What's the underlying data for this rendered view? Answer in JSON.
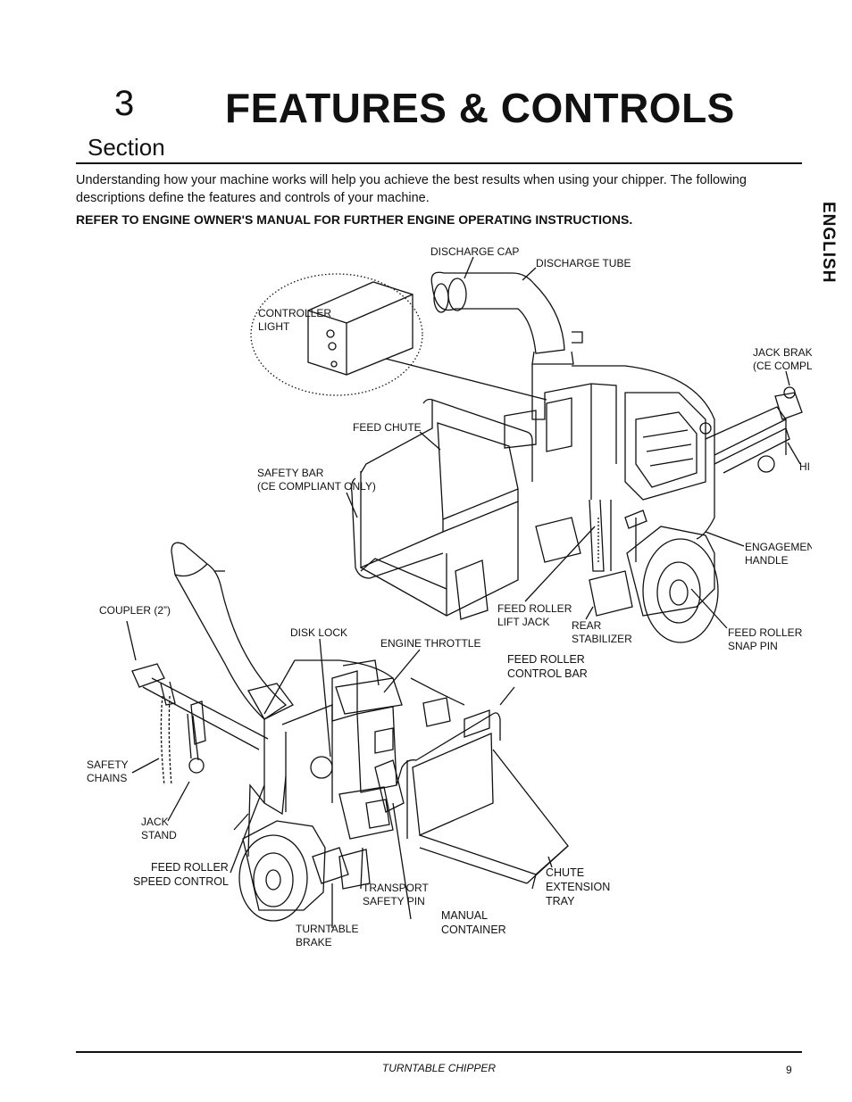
{
  "header": {
    "section_number": "3",
    "section_word": "Section",
    "title": "FEATURES & CONTROLS"
  },
  "intro": "Understanding how your machine works will help you achieve the best results when using your chipper.  The following descriptions define the features and controls of your machine.",
  "warning": "REFER TO ENGINE OWNER'S MANUAL FOR FURTHER ENGINE OPERATING INSTRUCTIONS.",
  "side_tab": "ENGLISH",
  "labels": {
    "discharge_cap": "DISCHARGE CAP",
    "discharge_tube": "DISCHARGE TUBE",
    "controller_light": [
      "CONTROLLER",
      "LIGHT"
    ],
    "jack_brake": [
      "JACK BRAK",
      "(CE COMPL"
    ],
    "feed_chute": "FEED CHUTE",
    "hitch": "HI",
    "safety_bar": [
      "SAFETY BAR",
      "(CE COMPLIANT ONLY)"
    ],
    "engagement_handle": [
      "ENGAGEMEN",
      "HANDLE"
    ],
    "coupler": "COUPLER (2”)",
    "feed_roller_lift_jack": [
      "FEED ROLLER",
      "LIFT JACK"
    ],
    "rear_stabilizer": [
      "REAR",
      "STABILIZER"
    ],
    "feed_roller_snap_pin": [
      "FEED ROLLER",
      "SNAP PIN"
    ],
    "disk_lock": "DISK LOCK",
    "engine_throttle": "ENGINE THROTTLE",
    "feed_roller_control_bar": [
      "FEED ROLLER",
      "CONTROL BAR"
    ],
    "safety_chains": [
      "SAFETY",
      "CHAINS"
    ],
    "jack_stand": [
      "JACK",
      "STAND"
    ],
    "feed_roller_speed_control": [
      "FEED ROLLER",
      "SPEED CONTROL"
    ],
    "chute_extension_tray": [
      "CHUTE",
      "EXTENSION",
      "TRAY"
    ],
    "transport_safety_pin": [
      "TRANSPORT",
      "SAFETY PIN"
    ],
    "manual_container": [
      "MANUAL",
      "CONTAINER"
    ],
    "turntable_brake": [
      "TURNTABLE",
      "BRAKE"
    ]
  },
  "footer": {
    "title": "TURNTABLE CHIPPER",
    "page": "9"
  }
}
